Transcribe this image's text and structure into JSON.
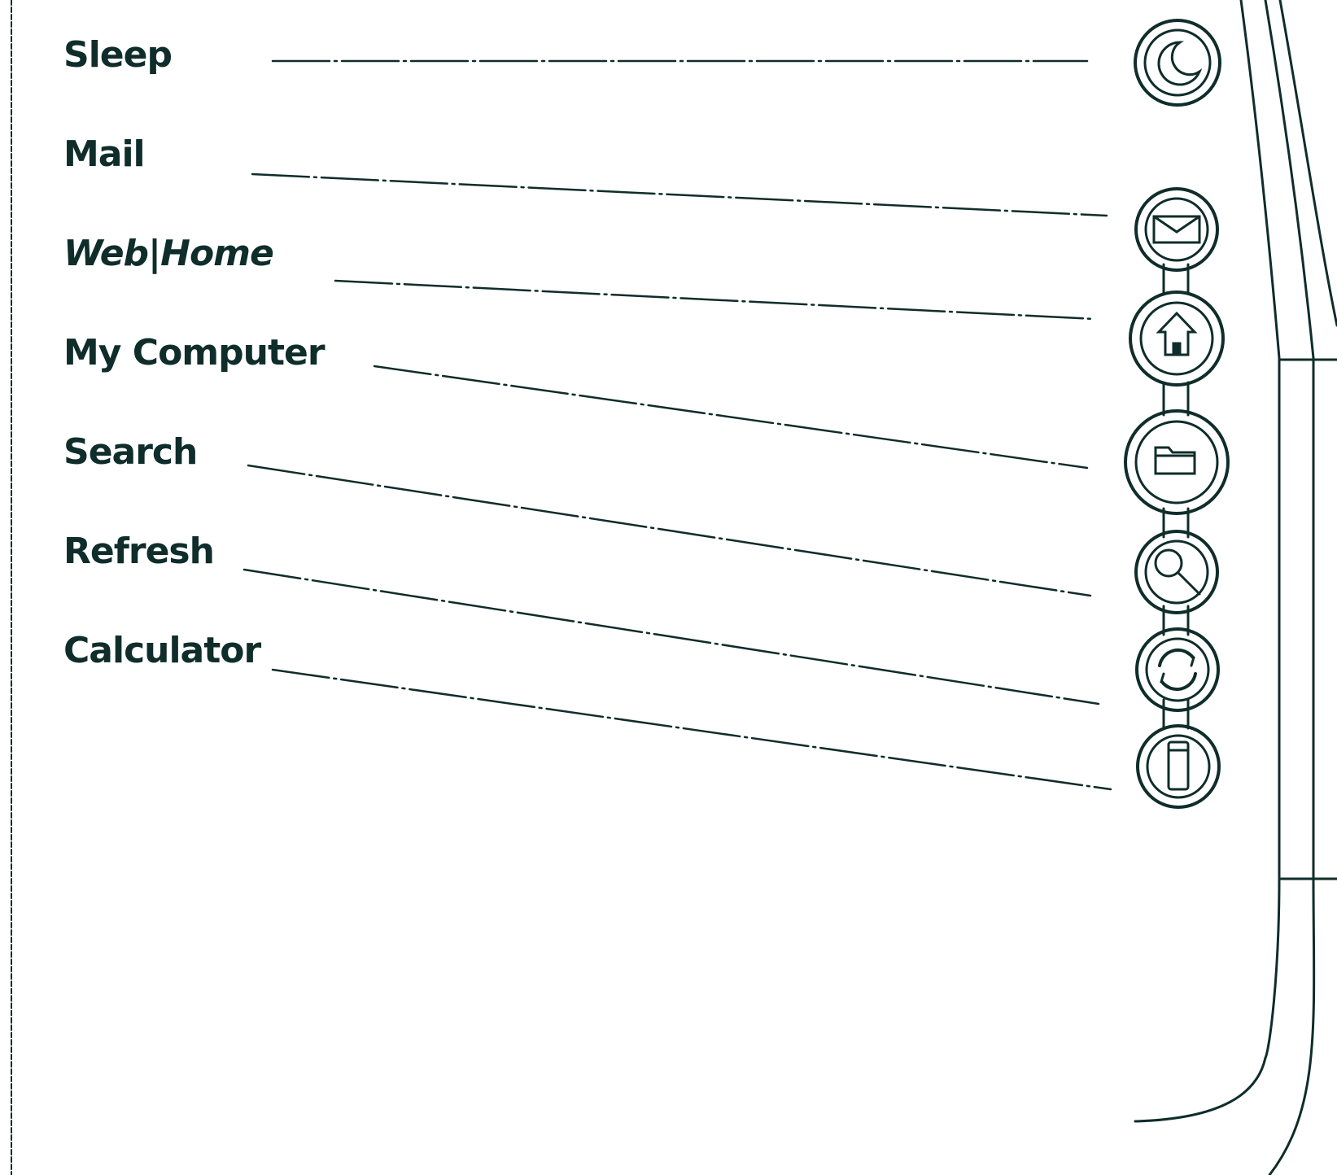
{
  "labels": {
    "sleep": "Sleep",
    "mail": "Mail",
    "web_home": "Web|Home",
    "my_computer": "My Computer",
    "search": "Search",
    "refresh": "Refresh",
    "calculator": "Calculator"
  },
  "icons": [
    "moon-icon",
    "envelope-icon",
    "home-icon",
    "folder-icon",
    "magnifier-icon",
    "refresh-icon",
    "calculator-icon"
  ],
  "colors": {
    "ink": "#0f2d2a",
    "background": "#ffffff"
  }
}
